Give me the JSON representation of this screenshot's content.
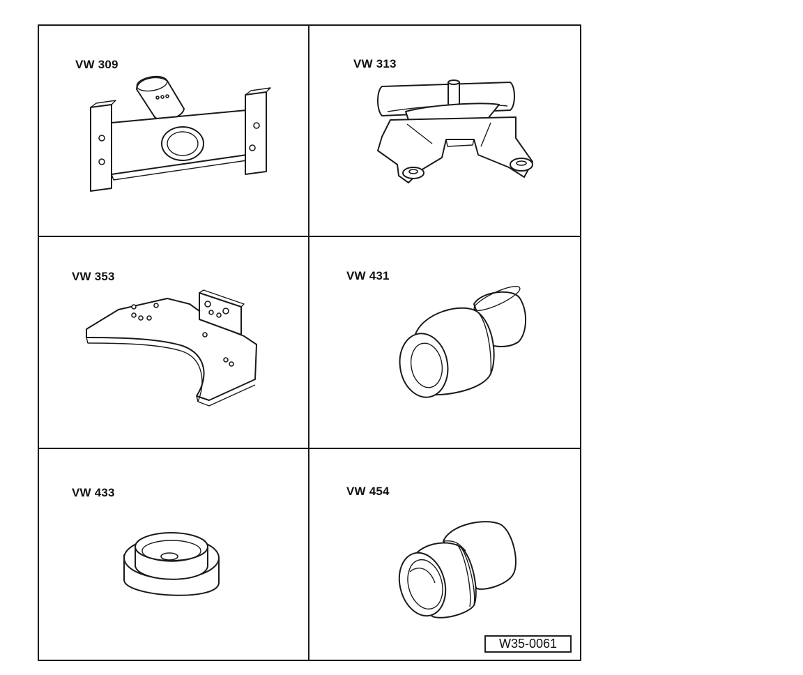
{
  "tools": [
    {
      "id": "vw309",
      "label": "VW 309"
    },
    {
      "id": "vw313",
      "label": "VW 313"
    },
    {
      "id": "vw353",
      "label": "VW 353"
    },
    {
      "id": "vw431",
      "label": "VW 431"
    },
    {
      "id": "vw433",
      "label": "VW 433"
    },
    {
      "id": "vw454",
      "label": "VW 454"
    }
  ],
  "figure_reference": "W35-0061"
}
